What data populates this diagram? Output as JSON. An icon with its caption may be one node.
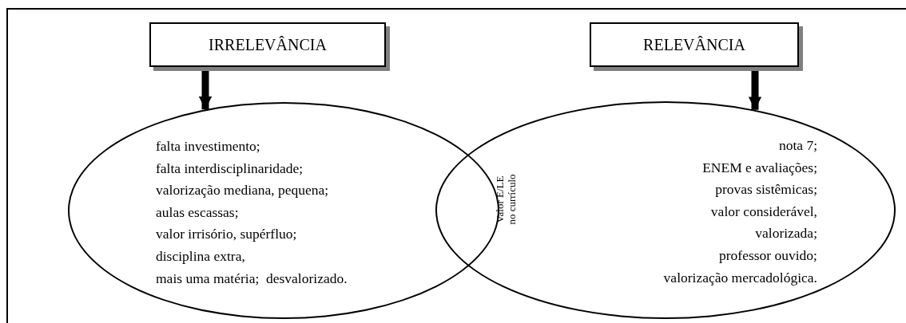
{
  "diagram": {
    "nodes": [
      {
        "text": [
          "IRRELEVÂNCIA"
        ]
      },
      {
        "text": [
          "RELEVÂNCIA"
        ]
      },
      {
        "text": [
          "falta investimento;",
          "falta interdisciplinaridade;",
          "valorização mediana, pequena;",
          "aulas escassas;",
          "valor irrisório, supérfluo;",
          "disciplina extra,",
          "mais uma matéria;  desvalorizado."
        ]
      },
      {
        "text": [
          "nota 7;",
          "ENEM e avaliações;",
          "provas sistêmicas;",
          "valor considerável,",
          "valorizada;",
          "professor ouvido;",
          "valorização mercadológica."
        ]
      }
    ],
    "edges": [
      {
        "from": 0,
        "to": 2,
        "arrow": "to"
      },
      {
        "from": 1,
        "to": 3,
        "arrow": "to"
      }
    ],
    "labels": [
      "Valor E/LE no currículo"
    ]
  }
}
